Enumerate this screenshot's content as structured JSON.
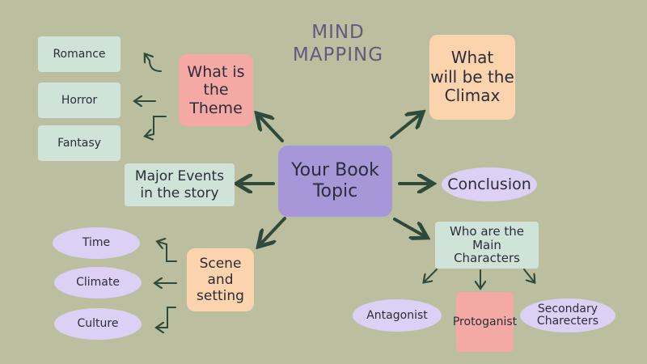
{
  "title": "MIND\nMAPPING",
  "central": "Your Book\nTopic",
  "theme": {
    "label": "What is\nthe\nTheme",
    "children": [
      "Romance",
      "Horror",
      "Fantasy"
    ]
  },
  "climax": "What\nwill be the\nClimax",
  "conclusion": "Conclusion",
  "major_events": "Major Events\nin the story",
  "scene": {
    "label": "Scene and\nsetting",
    "children": [
      "Time",
      "Climate",
      "Culture"
    ]
  },
  "characters": {
    "label": "Who are the\nMain\nCharacters",
    "children": [
      "Antagonist",
      "Protoganist",
      "Secondary\nCharecters"
    ]
  },
  "colors": {
    "background": "#bcbf9f",
    "central": "#a797d9",
    "theme": "#f4a9a4",
    "peach": "#fbd3ac",
    "teal": "#cfe3d9",
    "lavender": "#dcd1f4",
    "arrow": "#2f4a3a",
    "title": "#64587e"
  }
}
